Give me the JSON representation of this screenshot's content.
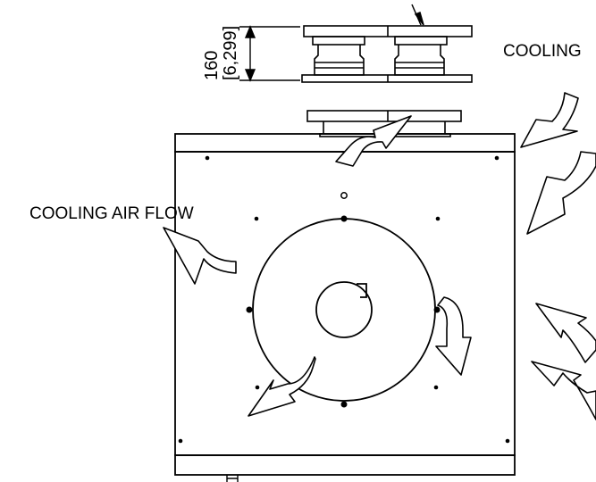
{
  "dimension": {
    "value_mm": "160",
    "value_in": "[6,299]"
  },
  "labels": {
    "airflow_left": "COOLING AIR FLOW",
    "airflow_right_cut": "COOLING"
  },
  "colors": {
    "line": "#000000",
    "background": "#ffffff"
  }
}
